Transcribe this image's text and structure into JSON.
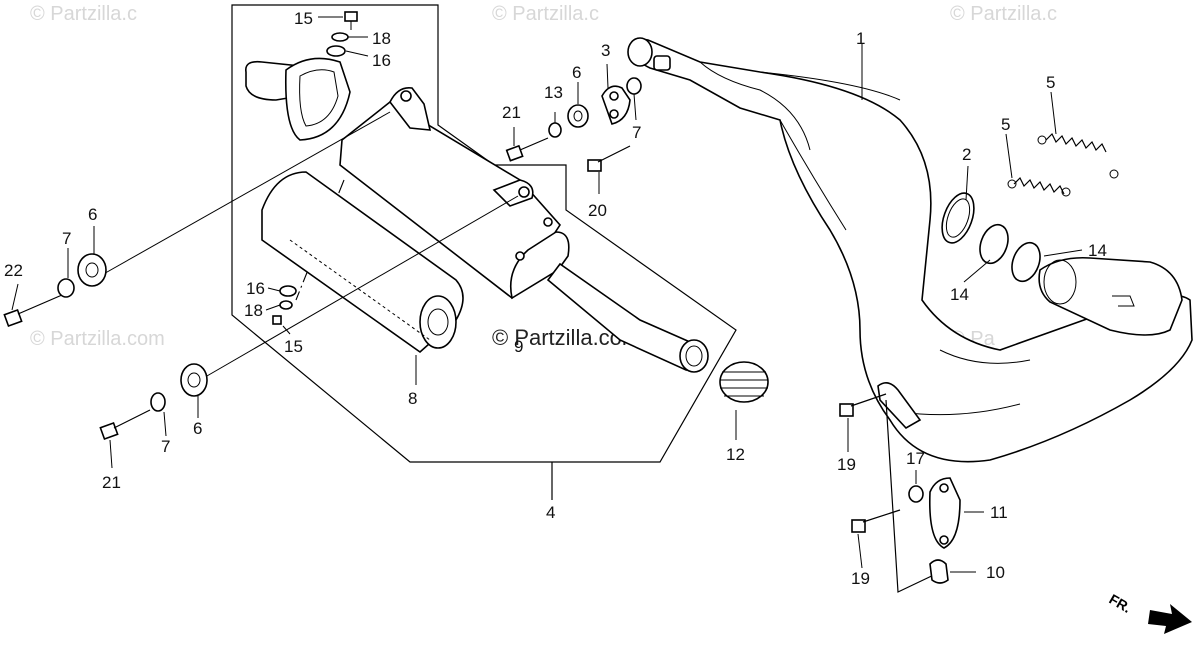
{
  "watermarks": {
    "top_left": "© Partzilla.c",
    "top_mid": "© Partzilla.c",
    "top_right": "© Partzilla.c",
    "left_mid": "© Partzilla.com",
    "right_mid": "© Pa",
    "center": "© Partzilla.com"
  },
  "direction_label": "FR.",
  "callouts": {
    "c1": "1",
    "c2": "2",
    "c3": "3",
    "c4": "4",
    "c5a": "5",
    "c5b": "5",
    "c6a": "6",
    "c6b": "6",
    "c6c": "6",
    "c7a": "7",
    "c7b": "7",
    "c7c": "7",
    "c8": "8",
    "c9": "9",
    "c10": "10",
    "c11": "11",
    "c12": "12",
    "c13": "13",
    "c14a": "14",
    "c14b": "14",
    "c15a": "15",
    "c15b": "15",
    "c16a": "16",
    "c16b": "16",
    "c17": "17",
    "c18a": "18",
    "c18b": "18",
    "c19a": "19",
    "c19b": "19",
    "c20": "20",
    "c21a": "21",
    "c21b": "21",
    "c22": "22"
  }
}
